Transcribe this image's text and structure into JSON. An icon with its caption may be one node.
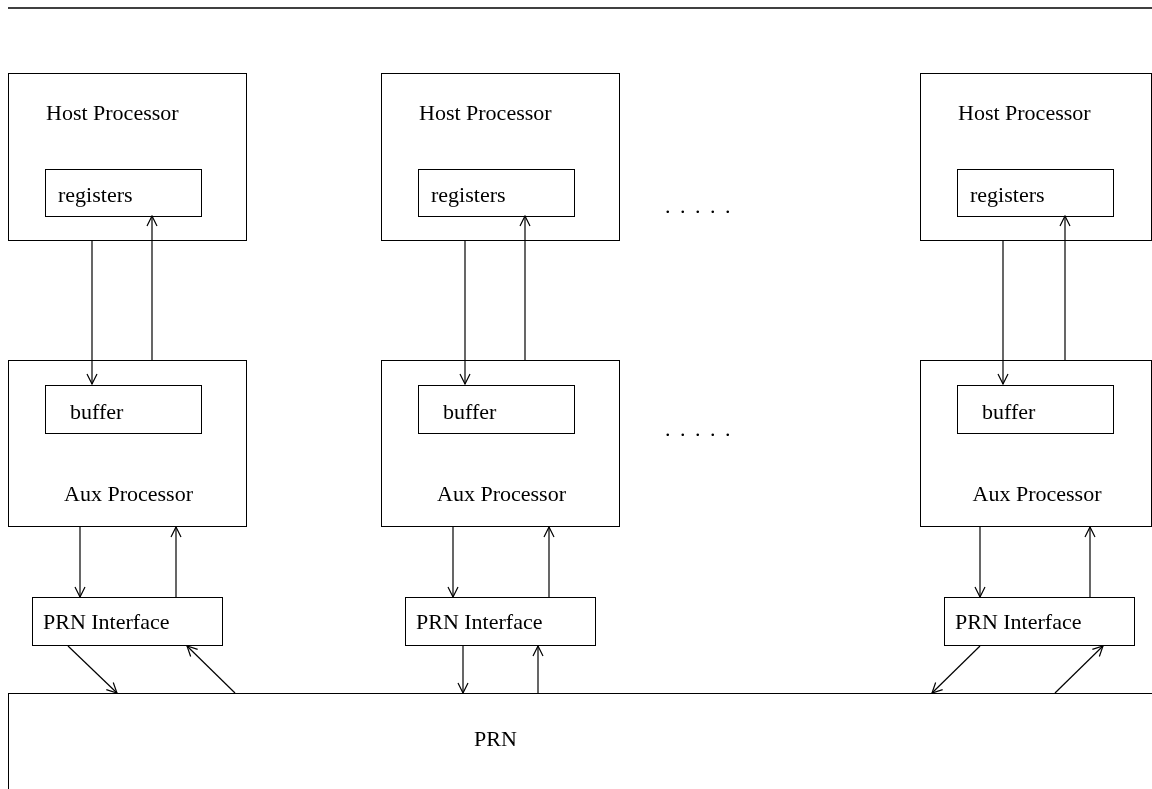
{
  "diagram": {
    "nodes": [
      {
        "text": [
          "Host Processor"
        ]
      },
      {
        "text": [
          "registers"
        ],
        "in": 0
      },
      {
        "text": [
          "Aux Processor"
        ]
      },
      {
        "text": [
          "buffer"
        ],
        "in": 2
      },
      {
        "text": [
          "PRN Interface"
        ]
      },
      {
        "text": [
          "Host Processor"
        ]
      },
      {
        "text": [
          "registers"
        ],
        "in": 5
      },
      {
        "text": [
          "Aux Processor"
        ]
      },
      {
        "text": [
          "buffer"
        ],
        "in": 7
      },
      {
        "text": [
          "PRN Interface"
        ]
      },
      {
        "text": [
          "Host Processor"
        ]
      },
      {
        "text": [
          "registers"
        ],
        "in": 10
      },
      {
        "text": [
          "Aux Processor"
        ]
      },
      {
        "text": [
          "buffer"
        ],
        "in": 12
      },
      {
        "text": [
          "PRN Interface"
        ]
      },
      {
        "text": [
          "PRN"
        ]
      }
    ],
    "edges": [
      {
        "from": 0,
        "to": 3,
        "arrow": "to"
      },
      {
        "from": 2,
        "to": 1,
        "arrow": "to"
      },
      {
        "from": 2,
        "to": 4,
        "arrow": "to"
      },
      {
        "from": 4,
        "to": 2,
        "arrow": "to"
      },
      {
        "from": 4,
        "to": 15,
        "arrow": "to"
      },
      {
        "from": 15,
        "to": 4,
        "arrow": "to"
      },
      {
        "from": 5,
        "to": 8,
        "arrow": "to"
      },
      {
        "from": 7,
        "to": 6,
        "arrow": "to"
      },
      {
        "from": 7,
        "to": 9,
        "arrow": "to"
      },
      {
        "from": 9,
        "to": 7,
        "arrow": "to"
      },
      {
        "from": 9,
        "to": 15,
        "arrow": "to"
      },
      {
        "from": 15,
        "to": 9,
        "arrow": "to"
      },
      {
        "from": 10,
        "to": 13,
        "arrow": "to"
      },
      {
        "from": 12,
        "to": 11,
        "arrow": "to"
      },
      {
        "from": 12,
        "to": 14,
        "arrow": "to"
      },
      {
        "from": 14,
        "to": 12,
        "arrow": "to"
      },
      {
        "from": 14,
        "to": 15,
        "arrow": "to"
      },
      {
        "from": 15,
        "to": 14,
        "arrow": "to"
      }
    ],
    "labels": [
      ". . . . .",
      ". . . . ."
    ]
  }
}
